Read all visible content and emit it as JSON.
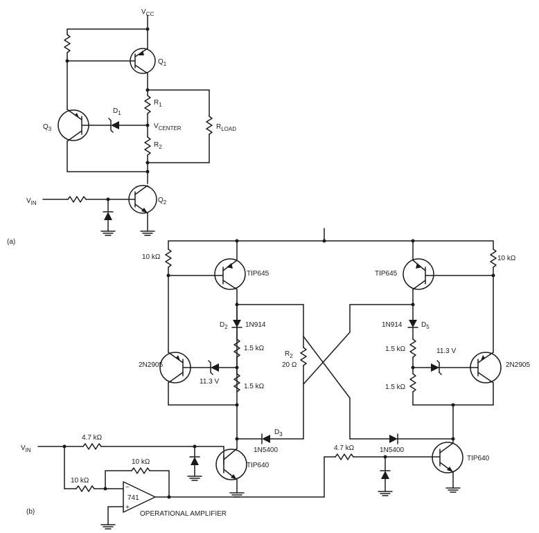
{
  "circuit_a": {
    "panel_label": "(a)",
    "vcc": {
      "main": "V",
      "sub": "CC"
    },
    "q1": "Q",
    "q1_sub": "1",
    "q2": "Q",
    "q2_sub": "2",
    "q3": "Q",
    "q3_sub": "3",
    "d1": "D",
    "d1_sub": "1",
    "r1": "R",
    "r1_sub": "1",
    "r2": "R",
    "r2_sub": "2",
    "vcenter": {
      "main": "V",
      "sub": "CENTER"
    },
    "rload": {
      "main": "R",
      "sub": "LOAD"
    },
    "vin": {
      "main": "V",
      "sub": "IN"
    }
  },
  "circuit_b": {
    "panel_label": "(b)",
    "vin": {
      "main": "V",
      "sub": "IN"
    },
    "r_top_left": "10 kΩ",
    "r_top_right": "10 kΩ",
    "q_top_left": "TIP645",
    "q_top_right": "TIP645",
    "d2": "D",
    "d2_sub": "2",
    "d2_part": "1N914",
    "d5": "D",
    "d5_sub": "5",
    "d5_part": "1N914",
    "r_left_upper": "1.5 kΩ",
    "r_left_lower": "1.5 kΩ",
    "r_right_upper": "1.5 kΩ",
    "r_right_lower": "1.5 kΩ",
    "q_mid_left": "2N2905",
    "q_mid_right": "2N2905",
    "zener_left": "11.3 V",
    "zener_right": "11.3 V",
    "r2": "R",
    "r2_sub": "2",
    "r2_value": "20 Ω",
    "d3": "D",
    "d3_sub": "3",
    "d3_part": "1N5400",
    "d_right_part": "1N5400",
    "r_in_left": "4.7 kΩ",
    "r_in_right": "4.7 kΩ",
    "r_fb": "10 kΩ",
    "r_opamp_in": "10 kΩ",
    "q_bottom_left": "TIP640",
    "q_bottom_right": "TIP640",
    "opamp_part": "741",
    "opamp_minus": "−",
    "opamp_plus": "+",
    "opamp_caption": "OPERATIONAL AMPLIFIER"
  }
}
